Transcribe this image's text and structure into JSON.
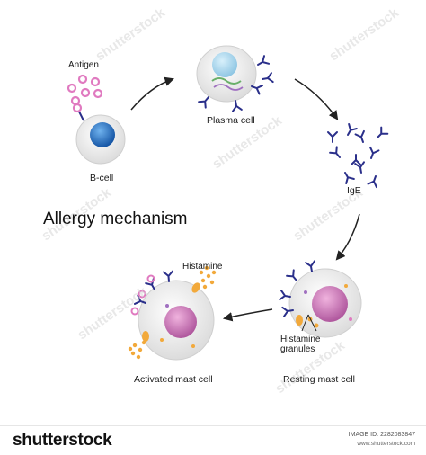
{
  "diagram": {
    "title": "Allergy mechanism",
    "labels": {
      "antigen": "Antigen",
      "b_cell": "B-cell",
      "plasma_cell": "Plasma cell",
      "ige": "IgE",
      "resting_mast_cell": "Resting mast cell",
      "histamine_granules": "Histamine granules",
      "histamine": "Histamine",
      "activated_mast_cell": "Activated mast cell"
    },
    "colors": {
      "antigen": "#e07ac0",
      "b_cell_nucleus": "#1f6fc0",
      "mast_nucleus": "#c06bb0",
      "ige": "#2a2f8a",
      "histamine": "#f2a93b",
      "cell_body": "#eeeeee"
    }
  },
  "watermark": "shutterstock",
  "footer": {
    "brand": "shutterstock",
    "image_id": "IMAGE ID: 2282083847",
    "site": "www.shutterstock.com"
  }
}
